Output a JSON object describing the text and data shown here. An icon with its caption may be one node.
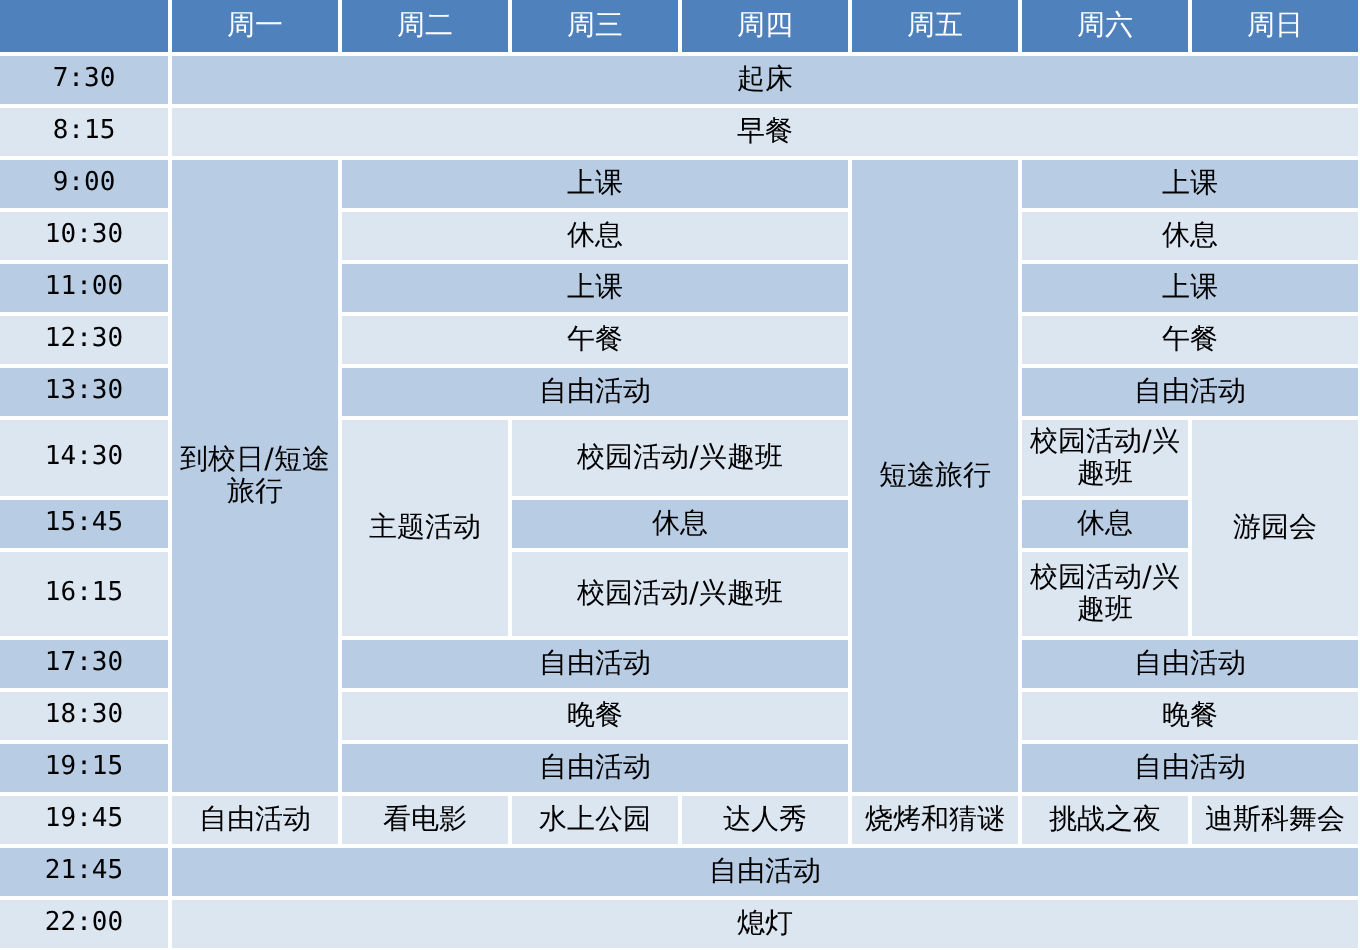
{
  "diagram": {
    "labels": [
      "周一",
      "周二",
      "周三",
      "周四",
      "周五",
      "周六",
      "周日",
      "7:30",
      "起床",
      "8:15",
      "早餐",
      "9:00",
      "到校日/短途旅行",
      "上课",
      "短途旅行",
      "上课",
      "10:30",
      "休息",
      "休息",
      "11:00",
      "上课",
      "上课",
      "12:30",
      "午餐",
      "午餐",
      "13:30",
      "自由活动",
      "自由活动",
      "14:30",
      "校园活动/兴趣班",
      "校园活动/兴趣班",
      "15:45",
      "主题活动",
      "休息",
      "休息",
      "游园会",
      "16:15",
      "校园活动/兴趣班",
      "校园活动/兴趣班",
      "17:30",
      "自由活动",
      "自由活动",
      "18:30",
      "晚餐",
      "晚餐",
      "19:15",
      "自由活动",
      "自由活动",
      "19:45",
      "自由活动",
      "看电影",
      "水上公园",
      "达人秀",
      "烧烤和猜谜",
      "挑战之夜",
      "迪斯科舞会",
      "21:45",
      "自由活动",
      "22:00",
      "熄灯"
    ]
  }
}
